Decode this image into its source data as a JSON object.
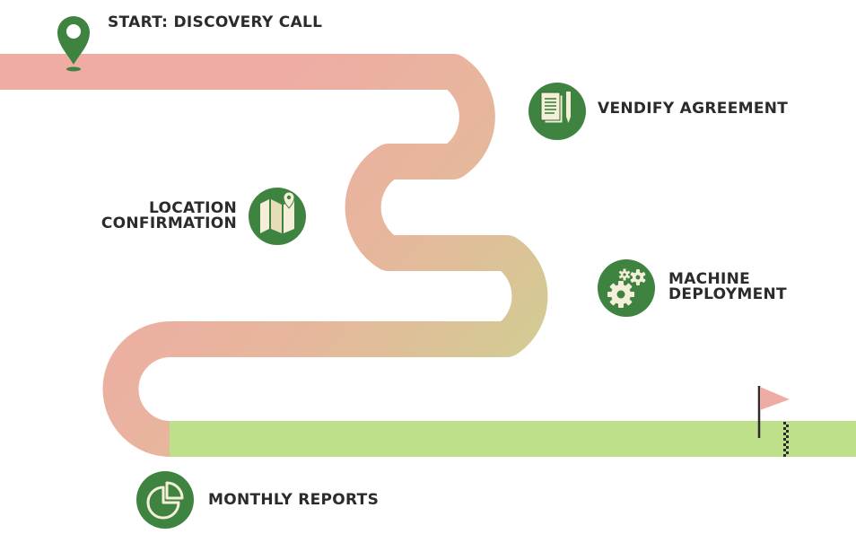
{
  "colors": {
    "road_start": "#efaca4",
    "road_end": "#bfe08a",
    "icon_green": "#3e8440",
    "icon_fill": "#f5efd9",
    "flag": "#efaca4",
    "text": "#2b2b2b"
  },
  "steps": [
    {
      "id": "start",
      "lines": [
        "START: DISCOVERY CALL"
      ],
      "icon": "map-pin-icon"
    },
    {
      "id": "agreement",
      "lines": [
        "VENDIFY AGREEMENT"
      ],
      "icon": "document-pencil-icon"
    },
    {
      "id": "location",
      "lines": [
        "LOCATION",
        "CONFIRMATION"
      ],
      "icon": "folded-map-icon"
    },
    {
      "id": "deployment",
      "lines": [
        "MACHINE",
        "DEPLOYMENT"
      ],
      "icon": "gears-icon"
    },
    {
      "id": "reports",
      "lines": [
        "MONTHLY REPORTS"
      ],
      "icon": "pie-chart-icon"
    }
  ],
  "finish": {
    "icon": "finish-flag-icon"
  }
}
